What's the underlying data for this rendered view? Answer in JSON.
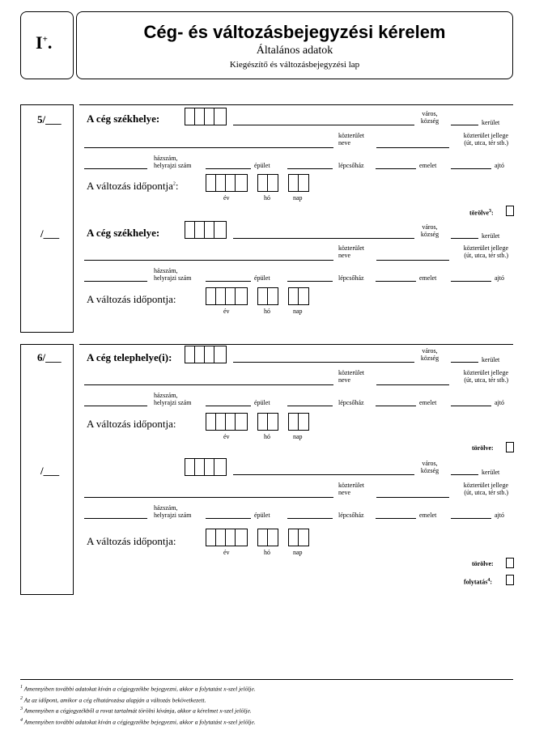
{
  "header": {
    "form_code": "I",
    "form_code_sup": "+",
    "form_code_dot": ".",
    "title": "Cég- és változásbejegyzési kérelem",
    "subtitle": "Általános adatok",
    "subsubtitle": "Kiegészítő és változásbejegyzési lap"
  },
  "labels": {
    "varos": "város,",
    "kozseg": "község",
    "kerulet": "kerület",
    "kozterulet": "közterület",
    "neve": "neve",
    "kozterulet_jellege": "közterület jellege",
    "jellege_pelda": "(út, utca, tér stb.)",
    "hazszam": "házszám,",
    "helyrajzi_szam": "helyrajzi szám",
    "epulet": "épület",
    "lepcsohaz": "lépcsőház",
    "emelet": "emelet",
    "ajto": "ajtó",
    "ev": "év",
    "ho": "hó",
    "nap": "nap",
    "torolve": "törölve",
    "folytatas": "folytatás",
    "valtozas_idopontja": "A változás időpontja",
    "cel_szekhelye": "A cég székhelye:",
    "ceg_telephelye": "A cég telephelye(i):"
  },
  "section5": {
    "num1": "5/___",
    "num2": "/___"
  },
  "section6": {
    "num1": "6/___",
    "num2": "/___"
  },
  "footnotes": [
    {
      "n": "1",
      "text": "Amennyiben további adatokat kíván a cégjegyzékbe bejegyezni, akkor a folytatást x-szel jelölje."
    },
    {
      "n": "2",
      "text": "Az az időpont, amikor a cég elhatározása alapján a változás bekövetkezett."
    },
    {
      "n": "3",
      "text": "Amennyiben a cégjegyzékből a rovat tartalmát törölni kívánja, akkor a kérelmet x-szel jelölje."
    },
    {
      "n": "4",
      "text": "Amennyiben további adatokat kíván a cégjegyzékbe bejegyezni, akkor a folytatást x-szel jelölje."
    }
  ]
}
